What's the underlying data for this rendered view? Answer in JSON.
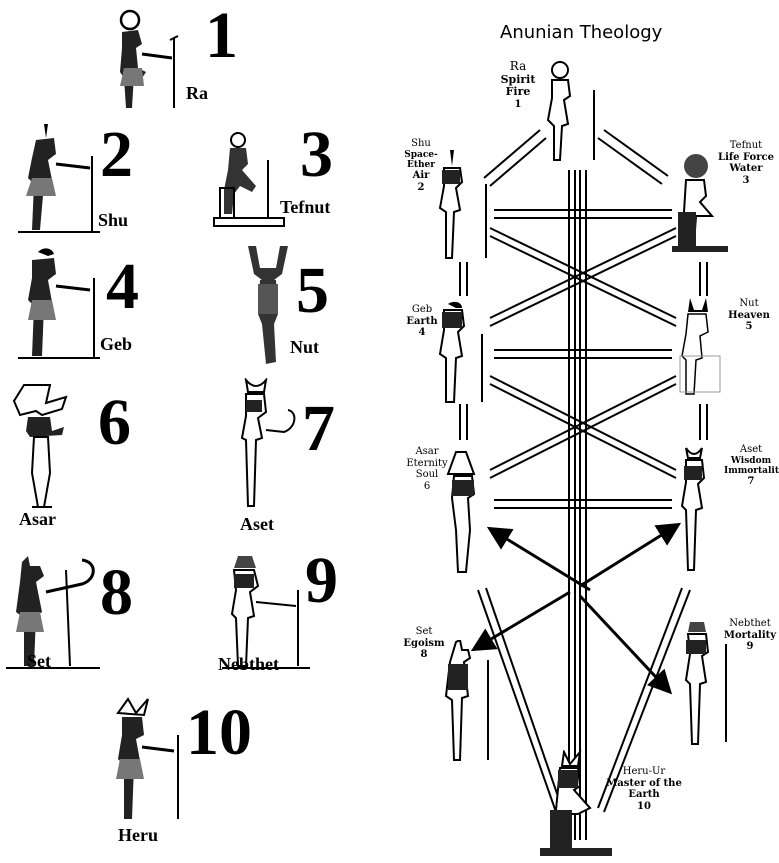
{
  "left": {
    "deities": [
      {
        "num": "1",
        "name": "Ra"
      },
      {
        "num": "2",
        "name": "Shu"
      },
      {
        "num": "3",
        "name": "Tefnut"
      },
      {
        "num": "4",
        "name": "Geb"
      },
      {
        "num": "5",
        "name": "Nut"
      },
      {
        "num": "6",
        "name": "Asar"
      },
      {
        "num": "7",
        "name": "Aset"
      },
      {
        "num": "8",
        "name": "Set"
      },
      {
        "num": "9",
        "name": "Nebthet"
      },
      {
        "num": "10",
        "name": "Heru"
      }
    ]
  },
  "right": {
    "title": "Anunian Theology",
    "nodes": [
      {
        "name": "Ra",
        "qualities": [
          "Spirit",
          "Fire"
        ],
        "num": "1"
      },
      {
        "name": "Shu",
        "qualities": [
          "Space-Ether",
          "Air"
        ],
        "num": "2"
      },
      {
        "name": "Tefnut",
        "qualities": [
          "Life Force",
          "Water"
        ],
        "num": "3"
      },
      {
        "name": "Geb",
        "qualities": [
          "Earth"
        ],
        "num": "4"
      },
      {
        "name": "Nut",
        "qualities": [
          "Heaven"
        ],
        "num": "5"
      },
      {
        "name": "Asar",
        "qualities": [
          "Eternity",
          "Soul"
        ],
        "num": "6"
      },
      {
        "name": "Aset",
        "qualities": [
          "Wisdom",
          "Immortality"
        ],
        "num": "7"
      },
      {
        "name": "Set",
        "qualities": [
          "Egoism"
        ],
        "num": "8"
      },
      {
        "name": "Nebthet",
        "qualities": [
          "Mortality"
        ],
        "num": "9"
      },
      {
        "name": "Heru-Ur",
        "qualities": [
          "Master of the",
          "Earth"
        ],
        "num": "10"
      }
    ]
  }
}
